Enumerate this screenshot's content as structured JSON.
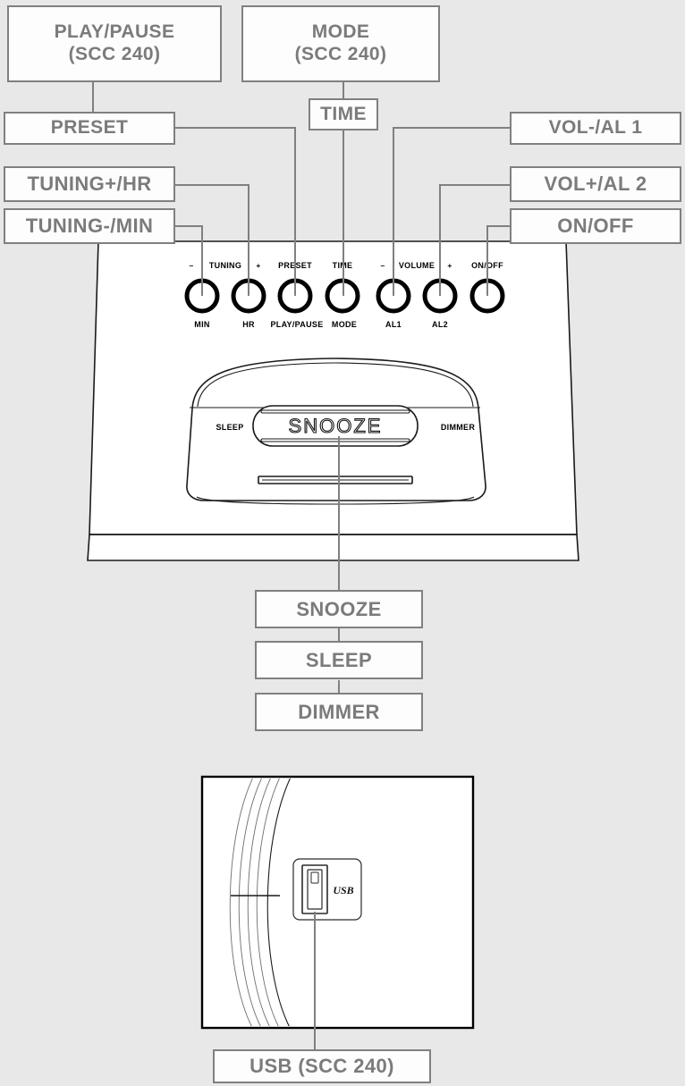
{
  "diagram": {
    "title": "Clock radio control panel callout diagram",
    "background_color": "#e8e8e8",
    "callout_border_color": "#808080",
    "callout_text_color": "#7b7b7b",
    "device_line_color": "#1a1a1a"
  },
  "callouts": {
    "play_pause": {
      "line1": "PLAY/PAUSE",
      "line2": "(SCC 240)"
    },
    "mode": {
      "line1": "MODE",
      "line2": "(SCC 240)"
    },
    "preset": {
      "line1": "PRESET"
    },
    "time": {
      "line1": "TIME"
    },
    "tuning_plus": {
      "line1": "TUNING+/HR"
    },
    "tuning_minus": {
      "line1": "TUNING-/MIN"
    },
    "vol_minus": {
      "line1": "VOL-/AL 1"
    },
    "vol_plus": {
      "line1": "VOL+/AL 2"
    },
    "on_off": {
      "line1": "ON/OFF"
    },
    "snooze": {
      "line1": "SNOOZE"
    },
    "sleep": {
      "line1": "SLEEP"
    },
    "dimmer": {
      "line1": "DIMMER"
    },
    "usb": {
      "line1": "USB (SCC 240)"
    }
  },
  "device": {
    "top_labels": {
      "tuning_minus_sign": "–",
      "tuning": "TUNING",
      "tuning_plus_sign": "+",
      "preset": "PRESET",
      "time": "TIME",
      "volume_minus_sign": "–",
      "volume": "VOLUME",
      "volume_plus_sign": "+",
      "on_off": "ON/OFF"
    },
    "bottom_labels": {
      "min": "MIN",
      "hr": "HR",
      "play_pause": "PLAY/PAUSE",
      "mode": "MODE",
      "al1": "AL1",
      "al2": "AL2"
    },
    "front_panel": {
      "sleep": "SLEEP",
      "snooze": "SNOOZE",
      "dimmer": "DIMMER"
    },
    "usb_detail": {
      "port_label": "USB"
    }
  }
}
